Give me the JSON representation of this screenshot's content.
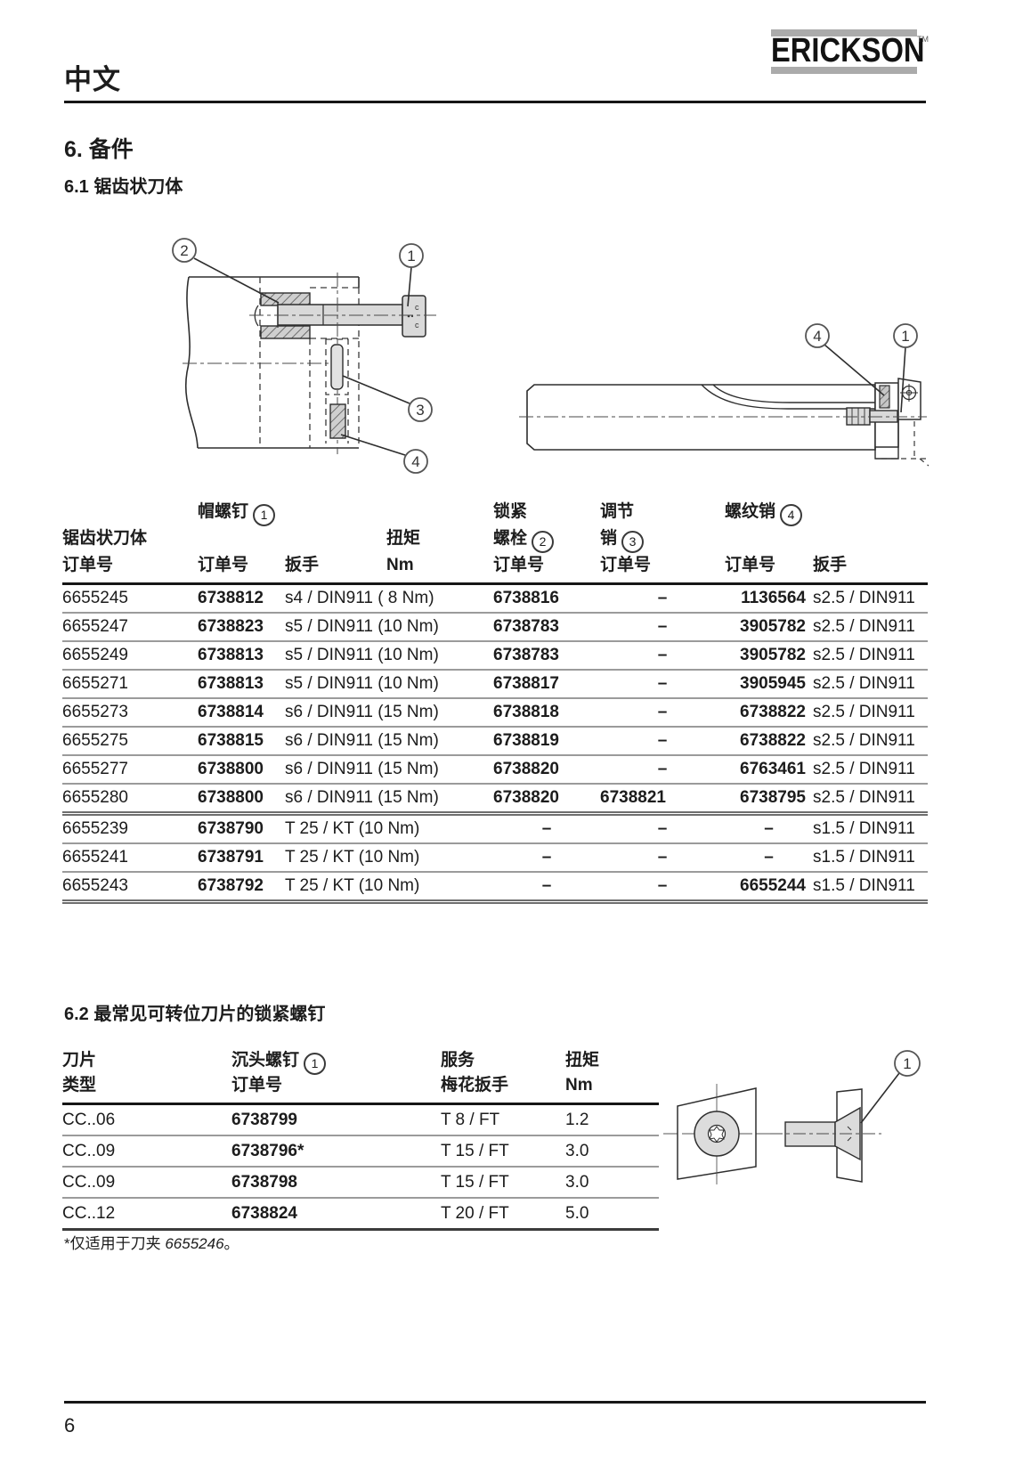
{
  "page": {
    "language_label": "中文",
    "page_number": "6"
  },
  "logo": {
    "brand": "ERICKSON",
    "tm": "TM"
  },
  "sections": {
    "s6": "6. 备件",
    "s61": "6.1 锯齿状刀体",
    "s62": "6.2 最常见可转位刀片的锁紧螺钉"
  },
  "table1": {
    "col_headers": {
      "blade_line1": "锯齿状刀体",
      "order_label": "订单号",
      "wrench_label": "扳手",
      "torque_line1": "扭矩",
      "torque_line2": "Nm",
      "cap_group": "帽螺钉",
      "cap_num": "1",
      "lock_line1": "锁紧",
      "lock_line2": "螺栓",
      "lock_num": "2",
      "adj_line1": "调节",
      "adj_line2": "销",
      "adj_num": "3",
      "pin_group": "螺纹销",
      "pin_num": "4"
    },
    "rows": [
      {
        "blade": "6655245",
        "cap": "6738812",
        "wrench": "s4 / DIN911 ( 8 Nm)",
        "lock": "6738816",
        "adj": "–",
        "pin": "1136564",
        "pin_wrench": "s2.5 / DIN911"
      },
      {
        "blade": "6655247",
        "cap": "6738823",
        "wrench": "s5 / DIN911 (10 Nm)",
        "lock": "6738783",
        "adj": "–",
        "pin": "3905782",
        "pin_wrench": "s2.5 / DIN911"
      },
      {
        "blade": "6655249",
        "cap": "6738813",
        "wrench": "s5 / DIN911 (10 Nm)",
        "lock": "6738783",
        "adj": "–",
        "pin": "3905782",
        "pin_wrench": "s2.5 / DIN911"
      },
      {
        "blade": "6655271",
        "cap": "6738813",
        "wrench": "s5 / DIN911 (10 Nm)",
        "lock": "6738817",
        "adj": "–",
        "pin": "3905945",
        "pin_wrench": "s2.5 / DIN911"
      },
      {
        "blade": "6655273",
        "cap": "6738814",
        "wrench": "s6 / DIN911 (15 Nm)",
        "lock": "6738818",
        "adj": "–",
        "pin": "6738822",
        "pin_wrench": "s2.5 / DIN911"
      },
      {
        "blade": "6655275",
        "cap": "6738815",
        "wrench": "s6 / DIN911 (15 Nm)",
        "lock": "6738819",
        "adj": "–",
        "pin": "6738822",
        "pin_wrench": "s2.5 / DIN911"
      },
      {
        "blade": "6655277",
        "cap": "6738800",
        "wrench": "s6 / DIN911 (15 Nm)",
        "lock": "6738820",
        "adj": "–",
        "pin": "6763461",
        "pin_wrench": "s2.5 / DIN911"
      },
      {
        "blade": "6655280",
        "cap": "6738800",
        "wrench": "s6 / DIN911 (15 Nm)",
        "lock": "6738820",
        "adj": "6738821",
        "pin": "6738795",
        "pin_wrench": "s2.5 / DIN911"
      },
      {
        "blade": "6655239",
        "cap": "6738790",
        "wrench": "T 25 / KT (10 Nm)",
        "lock": "–",
        "adj": "–",
        "pin": "–",
        "pin_wrench": "s1.5 / DIN911"
      },
      {
        "blade": "6655241",
        "cap": "6738791",
        "wrench": "T 25 / KT (10 Nm)",
        "lock": "–",
        "adj": "–",
        "pin": "–",
        "pin_wrench": "s1.5 / DIN911"
      },
      {
        "blade": "6655243",
        "cap": "6738792",
        "wrench": "T 25 / KT (10 Nm)",
        "lock": "–",
        "adj": "–",
        "pin": "6655244",
        "pin_wrench": "s1.5 / DIN911"
      }
    ]
  },
  "table2": {
    "col_headers": {
      "c1_line1": "刀片",
      "c1_line2": "类型",
      "c2_line1": "沉头螺钉",
      "c2_num": "1",
      "c2_line2": "订单号",
      "c3_line1": "服务",
      "c3_line2": "梅花扳手",
      "c4_line1": "扭矩",
      "c4_line2": "Nm"
    },
    "rows": [
      {
        "type": "CC..06",
        "screw": "6738799",
        "drive": "T 8 / FT",
        "torque": "1.2"
      },
      {
        "type": "CC..09",
        "screw": "6738796*",
        "drive": "T 15 / FT",
        "torque": "3.0"
      },
      {
        "type": "CC..09",
        "screw": "6738798",
        "drive": "T 15 / FT",
        "torque": "3.0"
      },
      {
        "type": "CC..12",
        "screw": "6738824",
        "drive": "T 20 / FT",
        "torque": "5.0"
      }
    ],
    "footnote_prefix": "*仅适用于刀夹 ",
    "footnote_ref": "6655246",
    "footnote_suffix": "。"
  },
  "diagrams": {
    "a": {
      "callouts": {
        "c2": "2",
        "c1": "1",
        "c3": "3",
        "c4": "4"
      }
    },
    "b": {
      "callouts": {
        "c4": "4",
        "c1": "1"
      }
    },
    "c": {
      "callouts": {
        "c1": "1"
      }
    }
  }
}
